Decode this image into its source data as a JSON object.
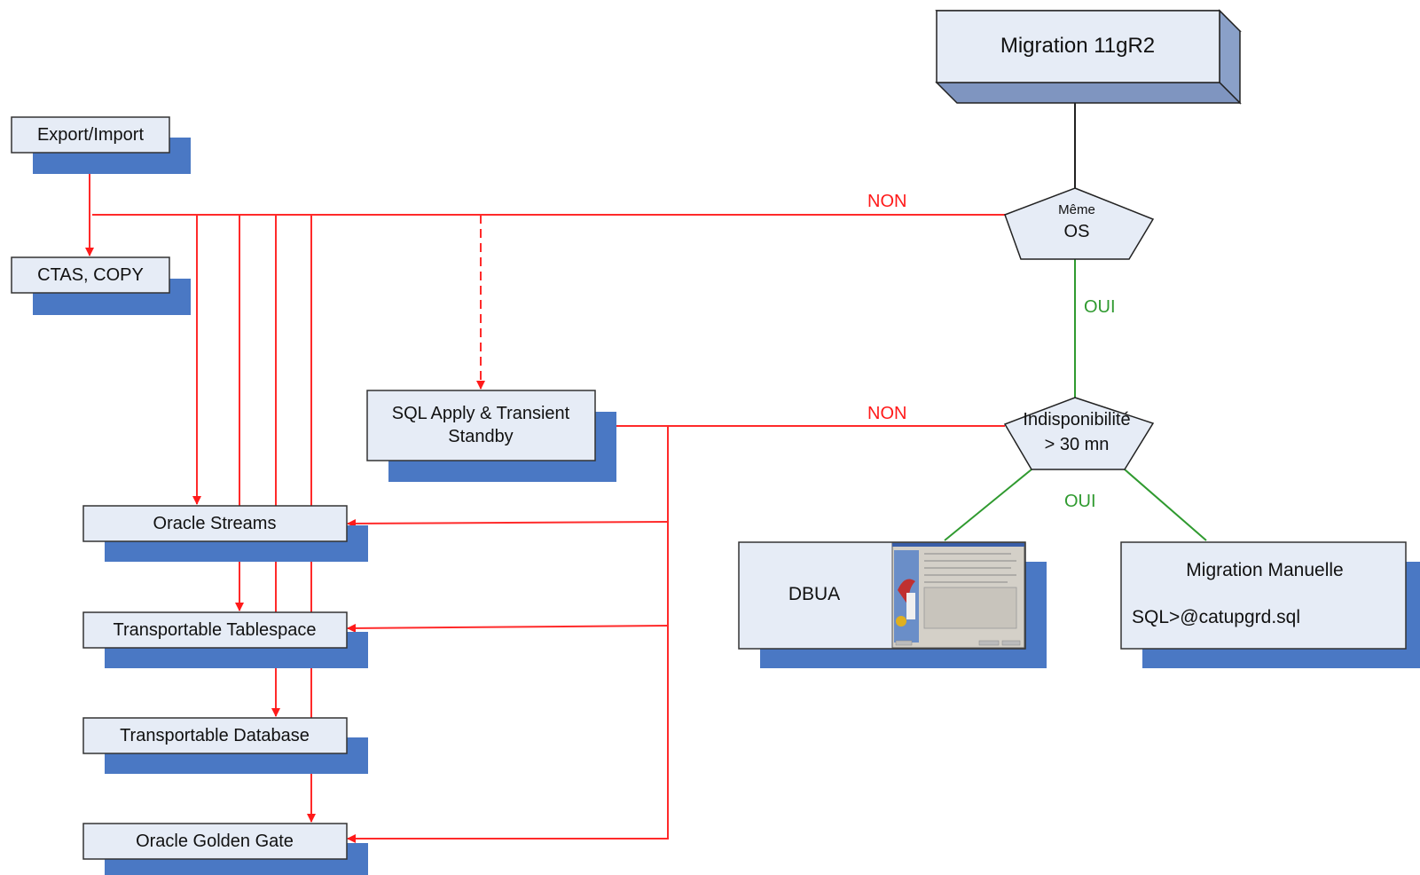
{
  "colors": {
    "box_fill": "#e6ecf6",
    "box_border": "#333333",
    "shadow": "#4a78c4",
    "red_line": "#ff2a2a",
    "green_line": "#2f9a2f",
    "black_line": "#222222"
  },
  "title_node": {
    "label": "Migration 11gR2"
  },
  "decisions": {
    "same_os": {
      "line1": "Même",
      "line2": "OS"
    },
    "downtime": {
      "line1": "Indisponibilité",
      "line2": "> 30 mn"
    }
  },
  "edge_labels": {
    "non_top": "NON",
    "oui_top": "OUI",
    "non_bottom": "NON",
    "oui_bottom": "OUI"
  },
  "methods": {
    "export_import": "Export/Import",
    "ctas_copy": "CTAS, COPY",
    "sql_apply_line1": "SQL Apply & Transient",
    "sql_apply_line2": "Standby",
    "oracle_streams": "Oracle Streams",
    "transportable_tablespace": "Transportable Tablespace",
    "transportable_database": "Transportable Database",
    "oracle_golden_gate": "Oracle Golden Gate",
    "dbua": "DBUA",
    "manual_title": "Migration Manuelle",
    "manual_sql": "SQL>@catupgrd.sql"
  },
  "icons": {
    "dbua_screenshot": "installer-window-icon"
  }
}
